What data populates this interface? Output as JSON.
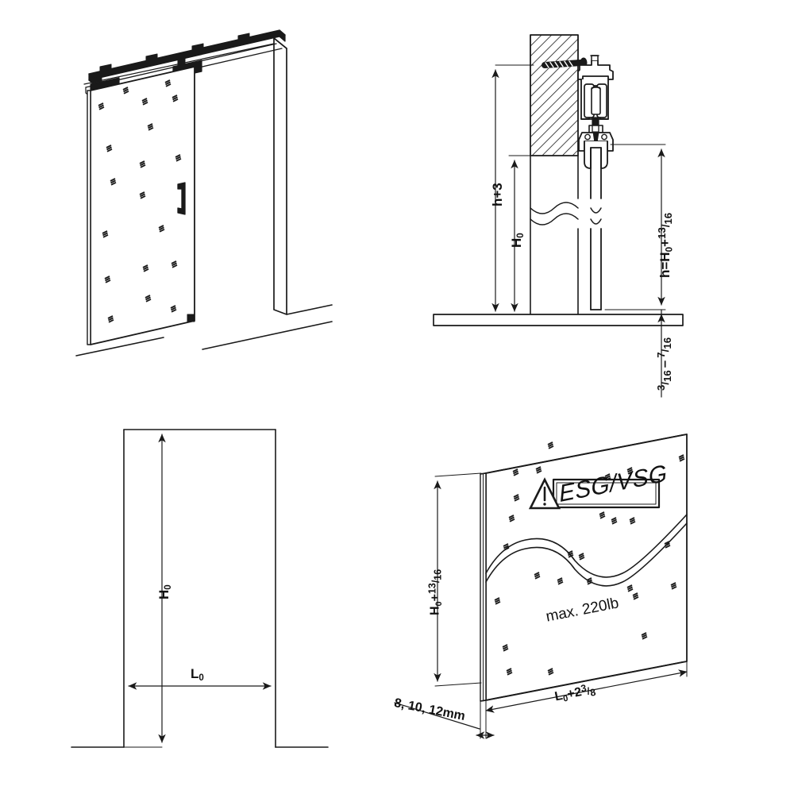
{
  "drawing": {
    "title": "Sliding Glass Door Hardware Installation Drawing",
    "line_color": "#1a1a1a",
    "background": "#ffffff",
    "views": [
      {
        "id": "isometric-overview",
        "name": "Sliding glass door isometric view",
        "quadrant": "top-left"
      },
      {
        "id": "vertical-section",
        "name": "Vertical section through wall, track and glass",
        "quadrant": "top-right"
      },
      {
        "id": "opening-elevation",
        "name": "Door opening elevation",
        "quadrant": "bottom-left"
      },
      {
        "id": "glass-panel",
        "name": "Glass panel with markings",
        "quadrant": "bottom-right"
      }
    ]
  },
  "labels": {
    "h_plus_3": {
      "text": "h+3",
      "view": "vertical-section"
    },
    "h0_section": {
      "text": "H0",
      "view": "vertical-section"
    },
    "h_equals": {
      "text": "h=H0+13/16",
      "view": "vertical-section"
    },
    "floor_gap": {
      "text": "3/16 - 7/16",
      "view": "vertical-section"
    },
    "h0_elevation": {
      "text": "H0",
      "view": "opening-elevation"
    },
    "l0_elevation": {
      "text": "L0",
      "view": "opening-elevation"
    },
    "panel_height": {
      "text": "H0+13/16",
      "view": "glass-panel"
    },
    "panel_length": {
      "text": "L0+2 3/8",
      "view": "glass-panel"
    },
    "glass_thickness": {
      "text": "8, 10, 12mm",
      "view": "glass-panel"
    },
    "max_load": {
      "text": "max. 220lb",
      "view": "glass-panel"
    },
    "glass_type": {
      "text": "ESG/VSG",
      "view": "glass-panel"
    }
  },
  "label_parts": {
    "h_plus_3": "h+3",
    "h0": "H",
    "h0_sub": "0",
    "h_eq_prefix": "h=H",
    "h_eq_sub": "0",
    "plus": "+",
    "thirteen": "13",
    "sixteen": "16",
    "three": "3",
    "seven": "7",
    "dash": "–",
    "l0": "L",
    "l0_sub": "0",
    "two": "2",
    "eight": "8",
    "glass_thickness": "8, 10, 12mm",
    "max_load": "max. 220lb",
    "glass_type": "ESG/VSG"
  },
  "icons": {
    "warning_triangle": "warning-triangle-icon",
    "exclamation": "!"
  }
}
